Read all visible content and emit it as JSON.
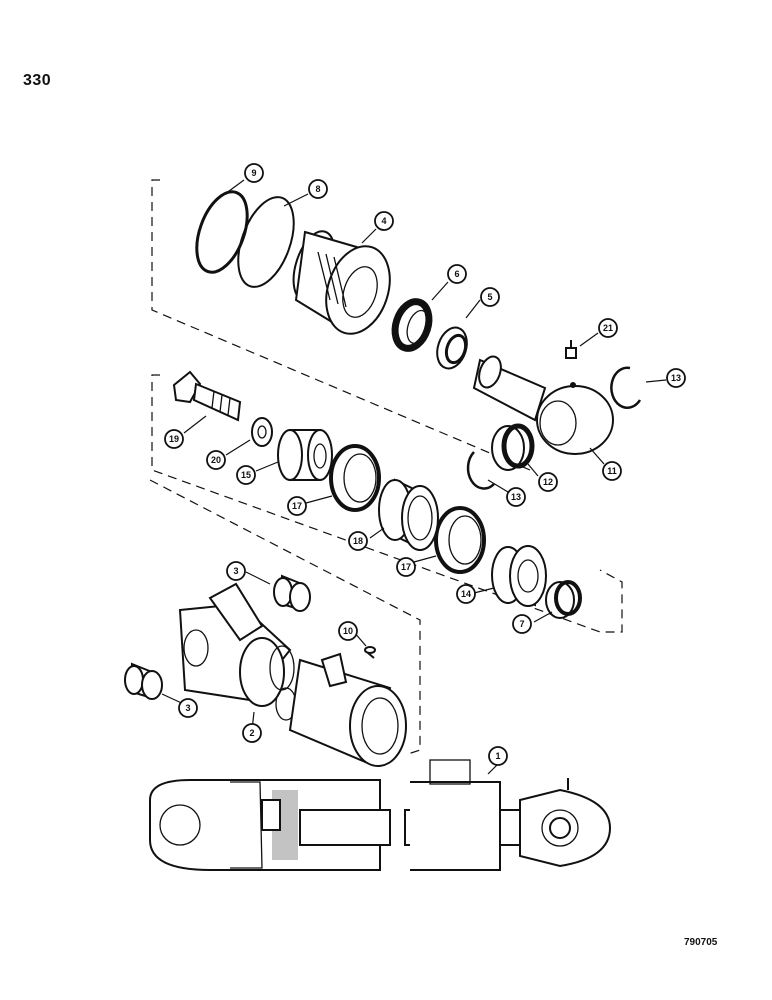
{
  "page_number": "330",
  "figure_code": "790705",
  "callouts": [
    "9",
    "8",
    "4",
    "6",
    "5",
    "21",
    "13",
    "19",
    "20",
    "15",
    "17",
    "18",
    "12",
    "13",
    "11",
    "17",
    "14",
    "7",
    "3",
    "10",
    "3",
    "2",
    "1"
  ]
}
